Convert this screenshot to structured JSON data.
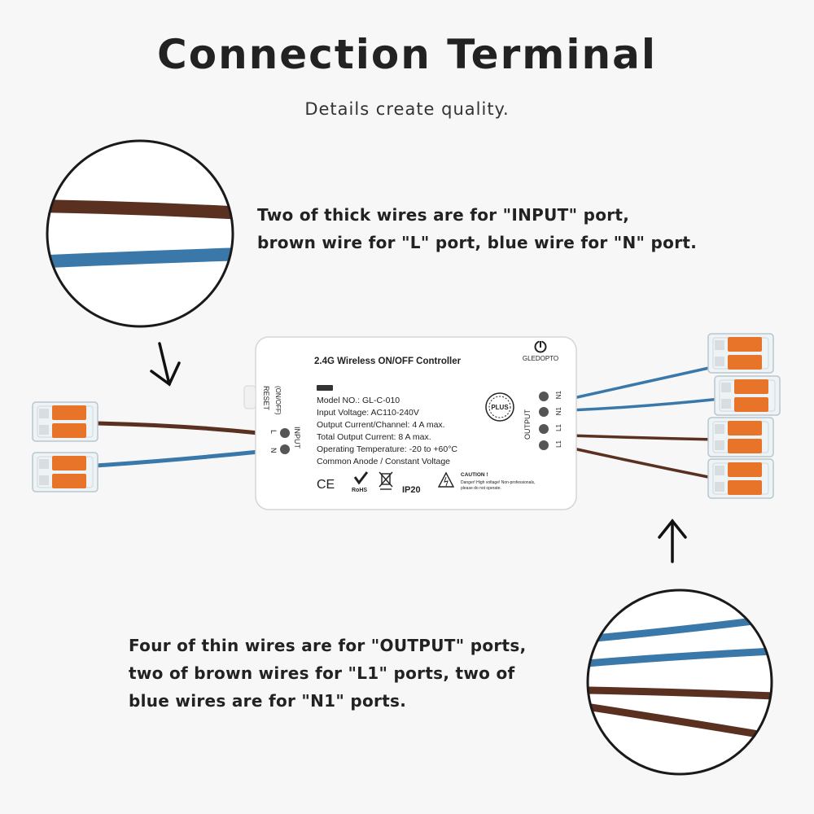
{
  "title": "Connection Terminal",
  "subtitle": "Details create quality.",
  "input_note": {
    "line1": "Two of thick wires are for \"INPUT\" port,",
    "line2": "brown wire for \"L\" port, blue wire for \"N\" port."
  },
  "output_note": {
    "line1": "Four of thin wires are for \"OUTPUT\" ports,",
    "line2": "two of brown wires for \"L1\" ports, two of",
    "line3": "blue wires are for \"N1\" ports."
  },
  "device": {
    "heading": "2.4G Wireless ON/OFF Controller",
    "brand": "GLEDOPTO",
    "badge": "PLUS",
    "specs": [
      "Model NO.: GL-C-010",
      "Input Voltage: AC110-240V",
      "Output Current/Channel: 4 A max.",
      "Total Output Current: 8 A max.",
      "Operating Temperature: -20 to +60°C",
      "Common Anode / Constant Voltage"
    ],
    "reset_label": "RESET",
    "onoff_label": "(ON/OFF)",
    "input_label": "INPUT",
    "input_l": "L",
    "input_n": "N",
    "output_label": "OUTPUT",
    "output_ports": [
      "N1",
      "N1",
      "L1",
      "L1"
    ],
    "ce": "CE",
    "rohs": "RoHS",
    "ip": "IP20",
    "caution_title": "CAUTION !",
    "caution_text1": "Danger! High voltage! Non-professionals,",
    "caution_text2": "please do not operate."
  },
  "colors": {
    "brown_wire": "#5a3020",
    "blue_wire": "#3a78aa",
    "connector_orange": "#e8742a",
    "device_body": "#ffffff"
  }
}
